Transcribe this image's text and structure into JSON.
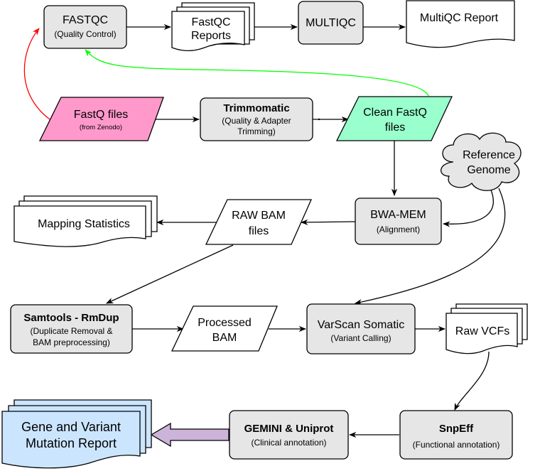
{
  "nodes": {
    "fastqc": {
      "title": "FASTQC",
      "sub": "(Quality Control)"
    },
    "fastqc_reports": {
      "line1": "FastQC",
      "line2": "Reports"
    },
    "multiqc": {
      "title": "MULTIQC"
    },
    "multiqc_report": {
      "title": "MultiQC Report"
    },
    "fastq_files": {
      "title": "FastQ files",
      "sub": "(from Zenodo)"
    },
    "trimmomatic": {
      "title": "Trimmomatic",
      "sub1": "(Quality & Adapter",
      "sub2": "Trimming)"
    },
    "clean_fastq": {
      "line1": "Clean FastQ",
      "line2": "files"
    },
    "reference_genome": {
      "line1": "Reference",
      "line2": "Genome"
    },
    "mapping_statistics": {
      "title": "Mapping Statistics"
    },
    "raw_bam": {
      "line1": "RAW BAM",
      "line2": "files"
    },
    "bwa_mem": {
      "title": "BWA-MEM",
      "sub": "(Alignment)"
    },
    "samtools": {
      "title": "Samtools - RmDup",
      "sub1": "(Duplicate Removal &",
      "sub2": "BAM preprocessing)"
    },
    "processed_bam": {
      "line1": "Processed",
      "line2": "BAM"
    },
    "varscan": {
      "title": "VarScan Somatic",
      "sub": "(Variant Calling)"
    },
    "raw_vcfs": {
      "title": "Raw VCFs"
    },
    "report": {
      "line1": "Gene and Variant",
      "line2": "Mutation Report"
    },
    "gemini": {
      "title": "GEMINI & Uniprot",
      "sub": "(Clinical annotation)"
    },
    "snpeff": {
      "title": "SnpEff",
      "sub": "(Functional annotation)"
    }
  },
  "colors": {
    "process_fill": "#e6e6e6",
    "fastq_fill": "#ff99cc",
    "clean_fill": "#99ffcc",
    "report_fill": "#cce5ff",
    "cloud_fill": "#e6e6e6",
    "red_edge": "#ff0000",
    "green_edge": "#00ff00",
    "purple_arrow": "#ccb3d9"
  }
}
